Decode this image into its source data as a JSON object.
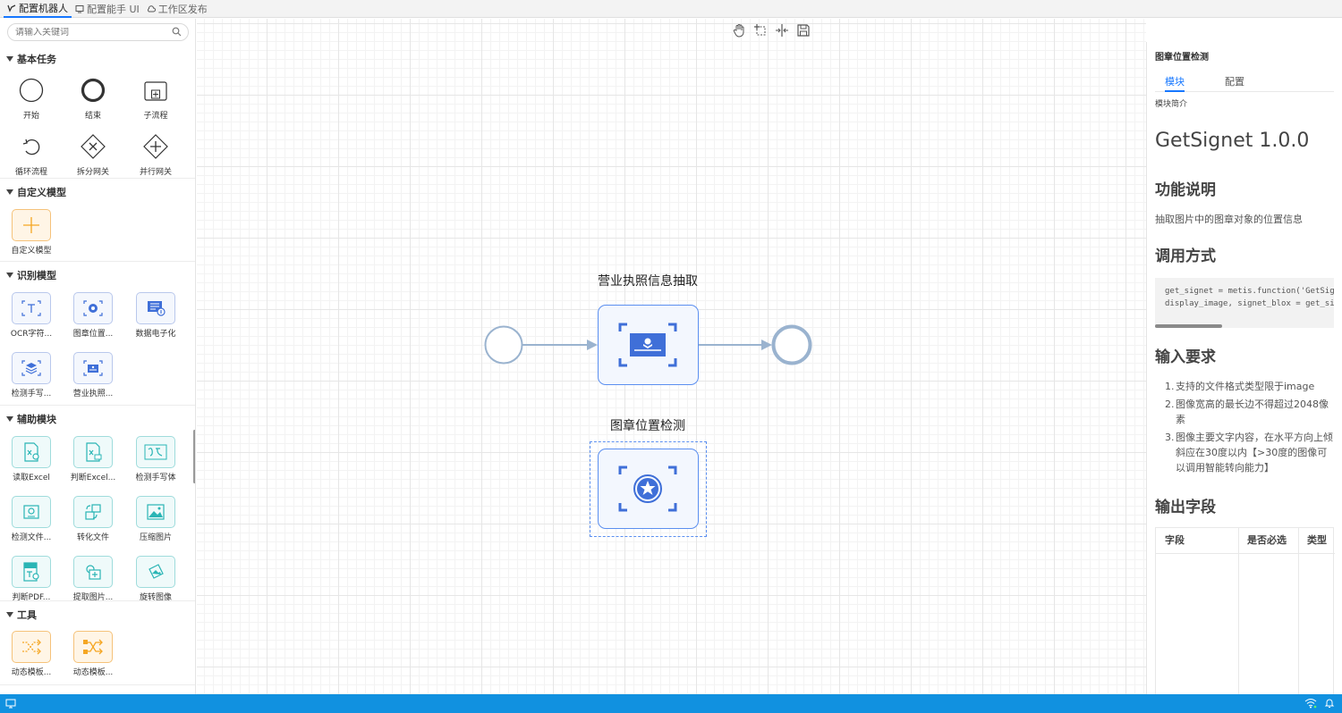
{
  "top_tabs": [
    {
      "label": "配置机器人",
      "icon": "flow-icon",
      "active": true
    },
    {
      "label": "配置能手 UI",
      "icon": "ui-icon",
      "active": false
    },
    {
      "label": "工作区发布",
      "icon": "cloud-icon",
      "active": false
    }
  ],
  "search": {
    "placeholder": "请输入关键词"
  },
  "sections": {
    "basic": {
      "title": "基本任务",
      "items": [
        "开始",
        "结束",
        "子流程",
        "循环流程",
        "拆分网关",
        "并行网关"
      ]
    },
    "custom": {
      "title": "自定义模型",
      "items": [
        "自定义模型"
      ]
    },
    "recognition": {
      "title": "识别模型",
      "items": [
        "OCR字符...",
        "图章位置...",
        "数据电子化",
        "检测手写...",
        "营业执照..."
      ]
    },
    "auxiliary": {
      "title": "辅助模块",
      "items": [
        "读取Excel",
        "判断Excel...",
        "检测手写体",
        "检测文件...",
        "转化文件",
        "压缩图片",
        "判断PDF...",
        "提取图片...",
        "旋转图像"
      ]
    },
    "tools": {
      "title": "工具",
      "items": [
        "动态模板...",
        "动态模板..."
      ]
    }
  },
  "canvas": {
    "toolbar": [
      "hand-icon",
      "select-icon",
      "split-icon",
      "save-icon"
    ],
    "node1_label": "营业执照信息抽取",
    "node2_label": "图章位置检测"
  },
  "right_panel": {
    "title": "图章位置检测",
    "tabs": [
      "模块",
      "配置"
    ],
    "active_tab": "模块",
    "subtitle": "模块简介",
    "heading": "GetSignet 1.0.0",
    "func_title": "功能说明",
    "func_desc": "抽取图片中的图章对象的位置信息",
    "call_title": "调用方式",
    "code_line1": "get_signet = metis.function('GetSignet')",
    "code_line2": "display_image, signet_blox = get_signet(image)",
    "input_title": "输入要求",
    "input_items": [
      "支持的文件格式类型限于image",
      "图像宽高的最长边不得超过2048像素",
      "图像主要文字内容，在水平方向上倾斜应在30度以内【>30度的图像可以调用智能转向能力】"
    ],
    "output_title": "输出字段",
    "table_headers": [
      "字段",
      "是否必选",
      "类型"
    ]
  },
  "colors": {
    "accent": "#1677ff",
    "node_border": "#5b8ff0",
    "icon_blue": "#3f6fd8",
    "teal": "#2ab5b5",
    "orange": "#f5a623",
    "statusbar": "#1191e0"
  }
}
